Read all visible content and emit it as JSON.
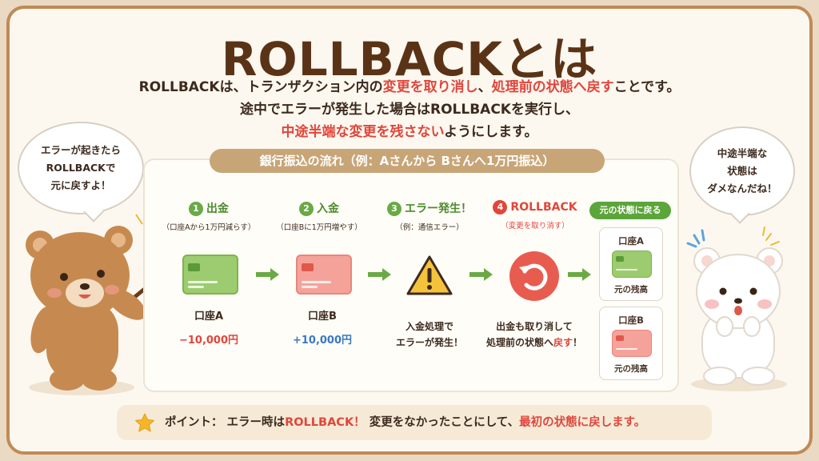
{
  "title": "ROLLBACKとは",
  "intro": {
    "l1a": "ROLLBACKは、トランザクション内の",
    "l1b": "変更を取り消し",
    "l1c": "、",
    "l1d": "処理前の状態へ戻す",
    "l1e": "ことです。",
    "l2": "途中でエラーが発生した場合はROLLBACKを実行し、",
    "l3a": "中途半端な変更を残さない",
    "l3b": "ようにします。"
  },
  "bubble_left": [
    "エラーが起きたら",
    "ROLLBACKで",
    "元に戻すよ！"
  ],
  "bubble_right": [
    "中途半端な",
    "状態は",
    "ダメなんだね！"
  ],
  "flow": {
    "banner": "銀行振込の流れ（例：Aさんから Bさんへ1万円振込）",
    "steps": [
      {
        "num": "1",
        "label": "出金",
        "sub": "（口座Aから1万円減らす）"
      },
      {
        "num": "2",
        "label": "入金",
        "sub": "（口座Bに1万円増やす）"
      },
      {
        "num": "3",
        "label": "エラー発生！",
        "sub": "（例：通信エラー）"
      },
      {
        "num": "4",
        "label": "ROLLBACK",
        "sub": "（変更を取り消す）"
      }
    ],
    "account_a": "口座A",
    "amount_a": "−10,000円",
    "account_b": "口座B",
    "amount_b": "+10,000円",
    "error_text": [
      "入金処理で",
      "エラーが発生！"
    ],
    "rollback_text_1": "出金も取り消して",
    "rollback_text_2a": "処理前の状態へ",
    "rollback_text_2b": "戻す",
    "rollback_text_2c": "！",
    "result_tag": "元の状態に戻る",
    "result_a_title": "口座A",
    "result_a_bottom": "元の残高",
    "result_b_title": "口座B",
    "result_b_bottom": "元の残高"
  },
  "point": {
    "prefix": "ポイント：  エラー時は",
    "rb": "ROLLBACK！",
    "mid": " 変更をなかったことにして、",
    "end": "最初の状態に戻します。"
  },
  "colors": {
    "accent_red": "#e0463c",
    "accent_green": "#5ca53a",
    "brown": "#5a3317",
    "banner": "#c8a577"
  },
  "icons": [
    "green-card-icon",
    "red-card-icon",
    "warning-icon",
    "rollback-icon",
    "arrow-right-icon",
    "star-icon"
  ]
}
